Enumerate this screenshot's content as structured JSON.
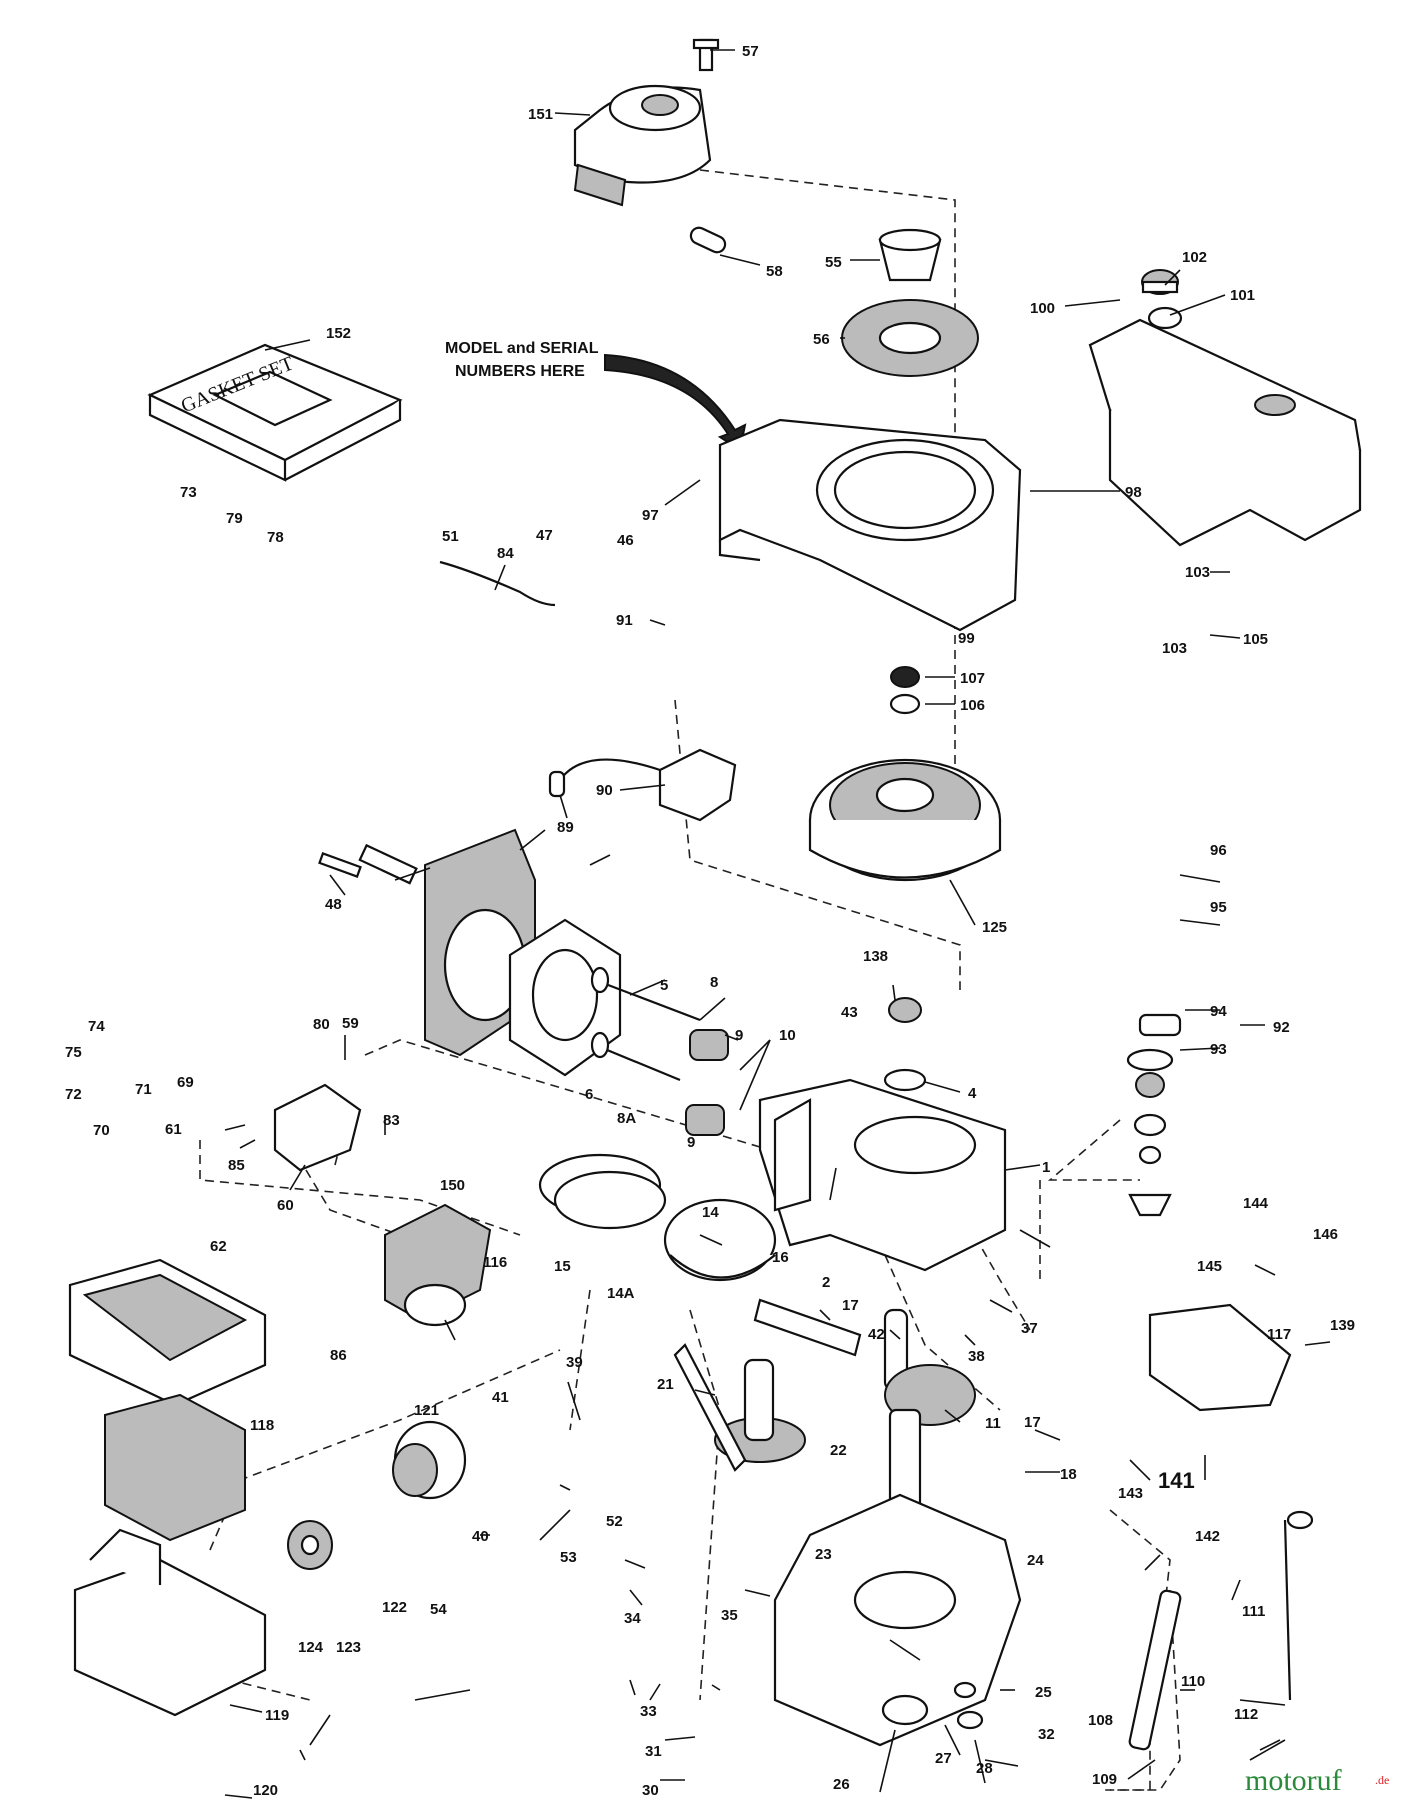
{
  "note": {
    "line1": "MODEL and SERIAL",
    "line2": "NUMBERS HERE"
  },
  "gasket_box_label": "GASKET SET",
  "watermark": {
    "name": "motoruf",
    "suffix": ".de",
    "color": "#2a8a3a",
    "accent": "#d22"
  },
  "callouts": [
    "57",
    "151",
    "58",
    "55",
    "56",
    "152",
    "100",
    "102",
    "101",
    "98",
    "97",
    "84",
    "91",
    "99",
    "103",
    "105",
    "103",
    "107",
    "106",
    "90",
    "89",
    "125",
    "73",
    "51",
    "47",
    "48",
    "46",
    "96",
    "95",
    "79",
    "78",
    "138",
    "74",
    "75",
    "80",
    "59",
    "5",
    "8",
    "9",
    "43",
    "94",
    "92",
    "72",
    "71",
    "69",
    "70",
    "6",
    "10",
    "4",
    "93",
    "83",
    "8A",
    "9",
    "61",
    "85",
    "60",
    "1",
    "14",
    "150",
    "116",
    "15",
    "16",
    "144",
    "146",
    "62",
    "145",
    "14A",
    "2",
    "17",
    "139",
    "117",
    "37",
    "42",
    "38",
    "86",
    "21",
    "39",
    "41",
    "11",
    "141",
    "121",
    "118",
    "22",
    "17",
    "18",
    "143",
    "40",
    "52",
    "23",
    "142",
    "53",
    "24",
    "122",
    "54",
    "34",
    "35",
    "123",
    "124",
    "111",
    "33",
    "25",
    "110",
    "119",
    "31",
    "32",
    "108",
    "112",
    "120",
    "30",
    "27",
    "28",
    "26",
    "109"
  ]
}
